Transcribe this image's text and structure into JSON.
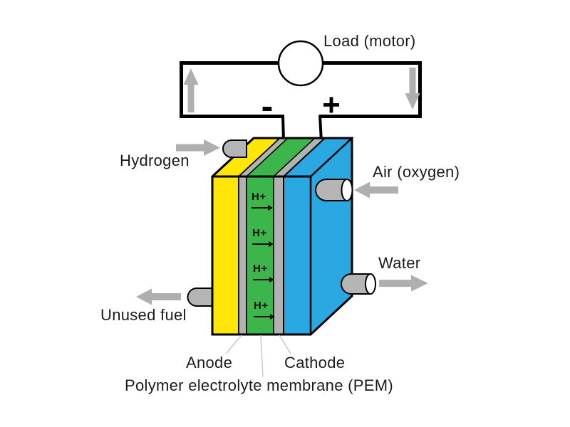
{
  "circuit": {
    "load_label": "Load (motor)",
    "negative_terminal": "-",
    "positive_terminal": "+"
  },
  "io": {
    "hydrogen_label": "Hydrogen",
    "air_label": "Air (oxygen)",
    "water_label": "Water",
    "unused_fuel_label": "Unused fuel"
  },
  "cell": {
    "anode_label": "Anode",
    "cathode_label": "Cathode",
    "membrane_label": "Polymer electrolyte membrane (PEM)",
    "proton_label": "H+",
    "proton_count": 4
  },
  "colors": {
    "hydrogen_plate": "#FFE606",
    "membrane": "#3CB54A",
    "oxygen_plate": "#29A8E1",
    "electrode": "#B2B2B2",
    "pipe": "#B5B5B5",
    "flow_arrow": "#AFAFAF",
    "leader_line": "#C9C9C9"
  }
}
